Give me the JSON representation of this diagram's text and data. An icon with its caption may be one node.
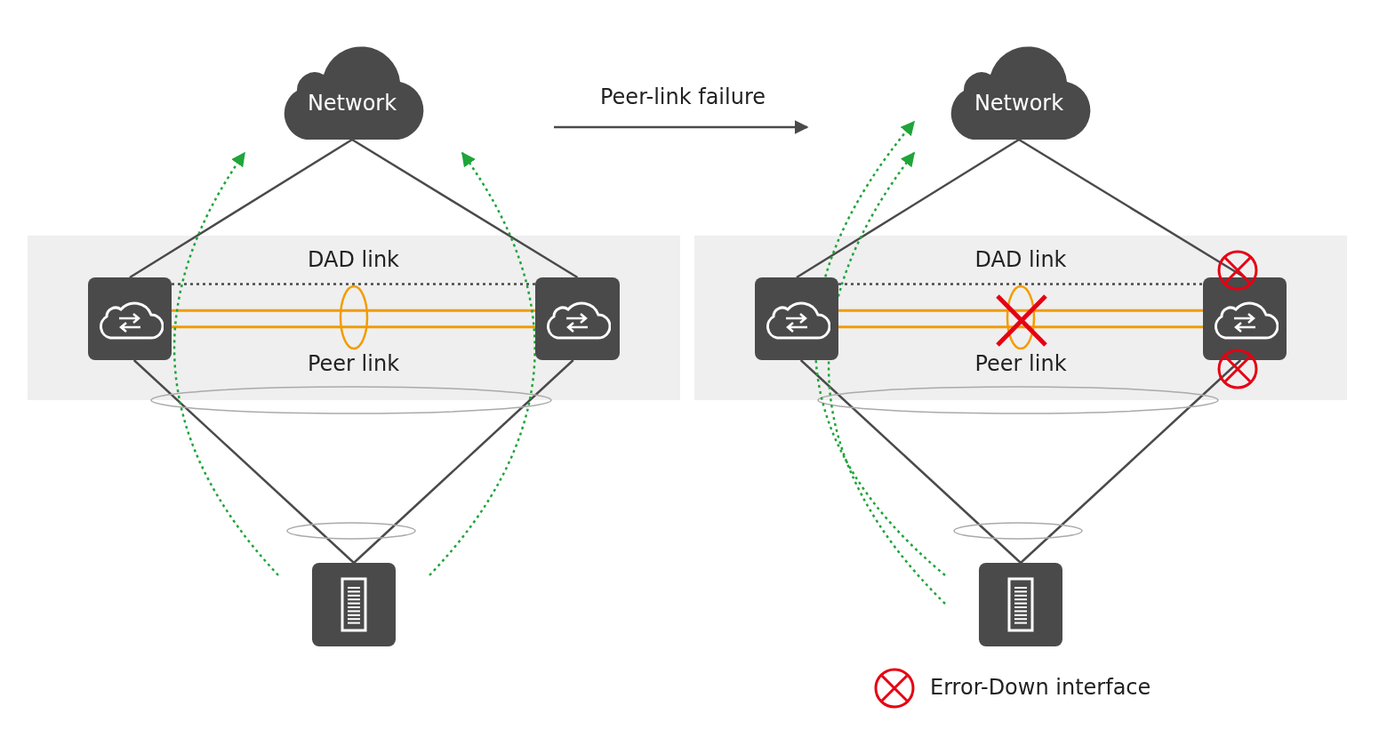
{
  "diagram": {
    "nodes": [
      {
        "text": [
          "Network"
        ]
      },
      {
        "text": [],
        "shape": "box"
      },
      {
        "text": [],
        "shape": "box",
        "in": 1
      },
      {
        "text": [],
        "shape": "box",
        "in": 1
      },
      {
        "text": [],
        "shape": "box"
      },
      {
        "text": [
          "Network"
        ]
      },
      {
        "text": [],
        "shape": "box"
      },
      {
        "text": [],
        "shape": "box",
        "in": 6
      },
      {
        "text": [],
        "shape": "box",
        "in": 6
      },
      {
        "text": [],
        "shape": "box"
      }
    ],
    "edges": [
      {
        "from": 0,
        "to": 2,
        "arrow": "none"
      },
      {
        "from": 0,
        "to": 3,
        "arrow": "none"
      },
      {
        "from": 2,
        "to": 3,
        "arrow": "none",
        "label": "DAD link",
        "style": "dashed"
      },
      {
        "from": 2,
        "to": 3,
        "arrow": "none",
        "color": "#f29c00"
      },
      {
        "from": 2,
        "to": 3,
        "arrow": "none",
        "label": "Peer link",
        "color": "#f29c00"
      },
      {
        "from": 2,
        "to": 4,
        "arrow": "none"
      },
      {
        "from": 3,
        "to": 4,
        "arrow": "none"
      },
      {
        "from": 5,
        "to": 7,
        "arrow": "none"
      },
      {
        "from": 5,
        "to": 8,
        "arrow": "none"
      },
      {
        "from": 7,
        "to": 8,
        "arrow": "none",
        "label": "DAD link",
        "style": "dashed"
      },
      {
        "from": 7,
        "to": 8,
        "arrow": "none",
        "color": "#f29c00"
      },
      {
        "from": 7,
        "to": 8,
        "arrow": "none",
        "label": "Peer link",
        "color": "#f29c00"
      },
      {
        "from": 7,
        "to": 9,
        "arrow": "none"
      },
      {
        "from": 8,
        "to": 9,
        "arrow": "none"
      }
    ],
    "labels": [
      "Peer-link failure"
    ],
    "legend": [
      {
        "text": "Error-Down interface"
      }
    ]
  }
}
